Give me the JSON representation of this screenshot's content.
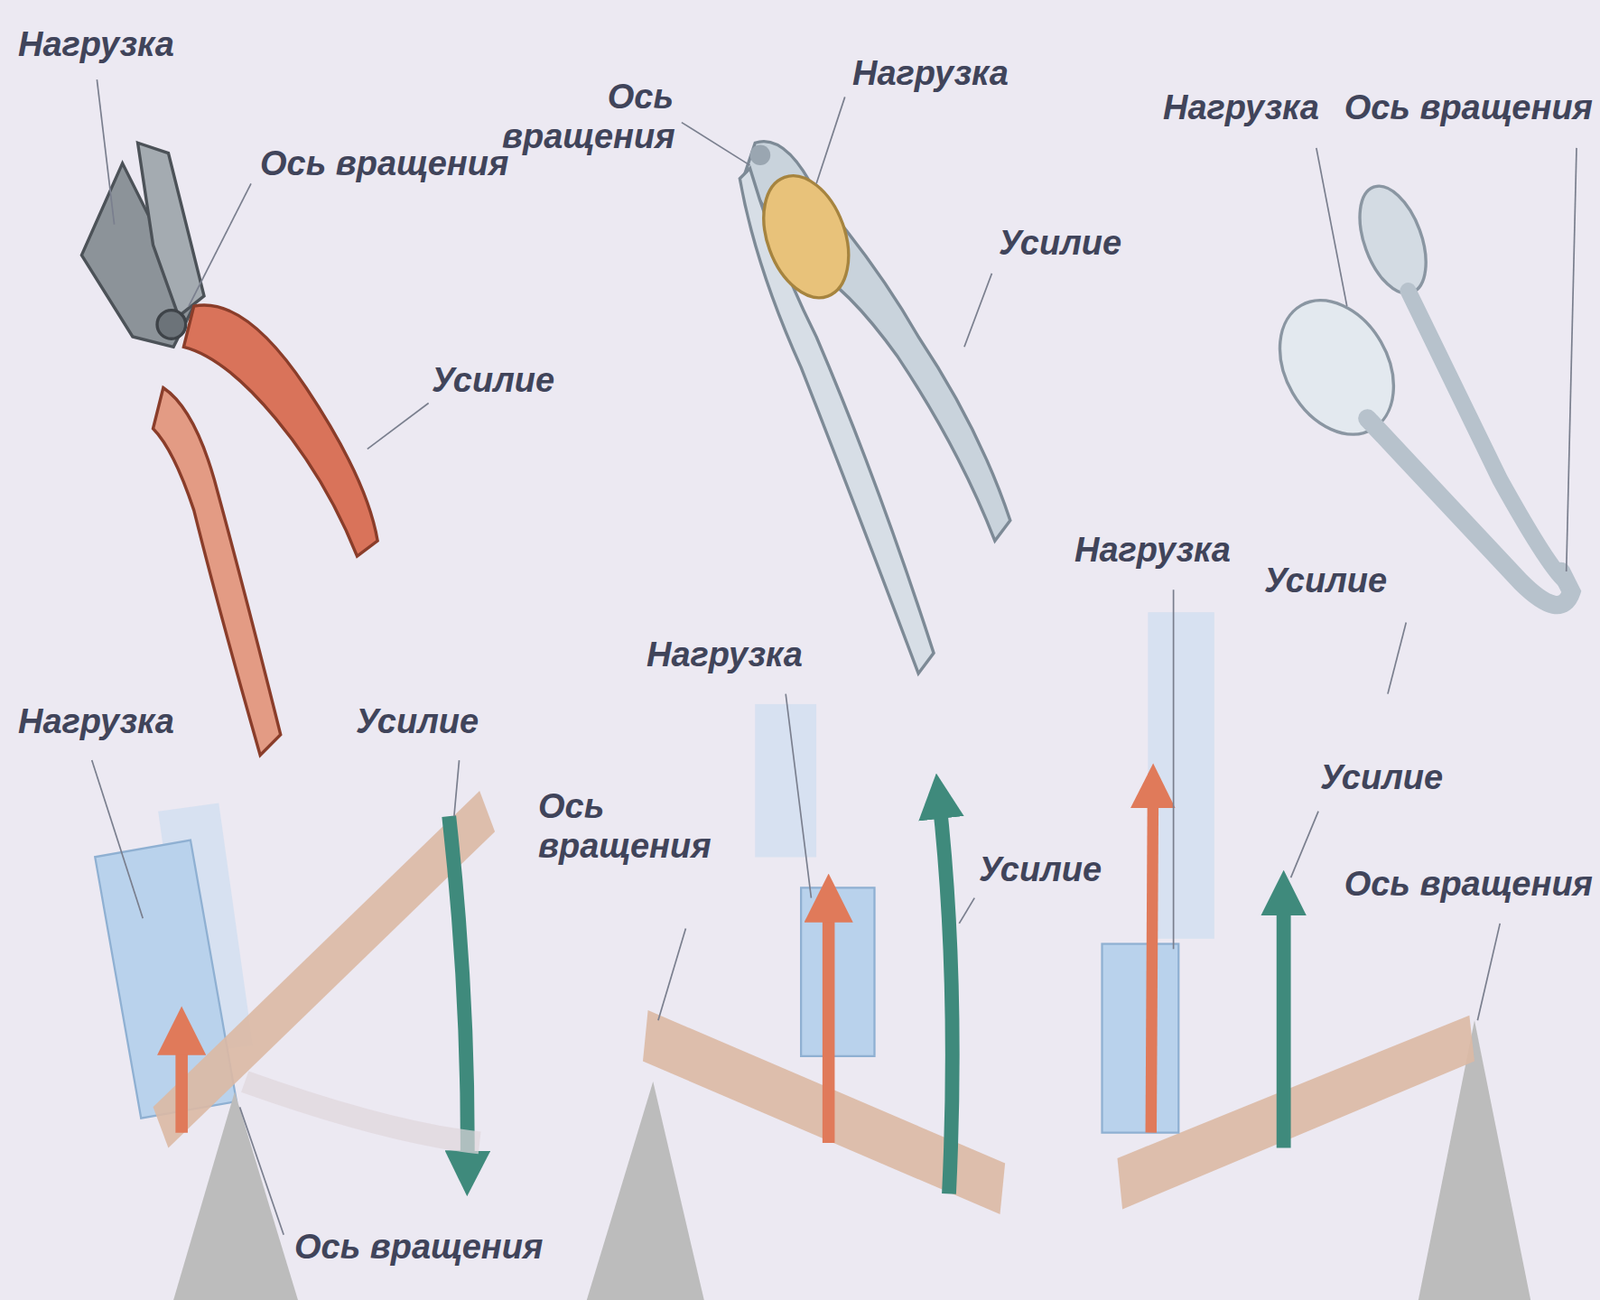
{
  "diagram": {
    "labels": [
      "Нагрузка",
      "Ось вращения",
      "Усилие",
      "Ось вращения",
      "Нагрузка",
      "Усилие",
      "Нагрузка",
      "Ось вращения",
      "Усилие",
      "Нагрузка",
      "Усилие",
      "Ось вращения",
      "Ось вращения",
      "Нагрузка",
      "Усилие",
      "Нагрузка",
      "Усилие",
      "Ось вращения"
    ]
  }
}
